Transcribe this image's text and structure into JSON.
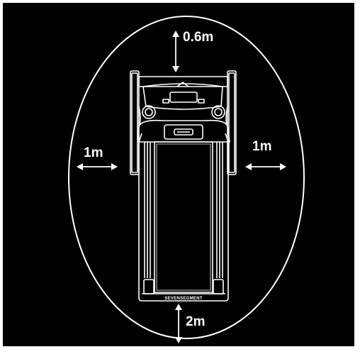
{
  "labels": {
    "top": "0.6m",
    "left": "1m",
    "right": "1m",
    "bottom": "2m"
  },
  "treadmill": {
    "brand_text": "SEVENSEGMENT"
  },
  "colors": {
    "background": "#000000",
    "line": "#ffffff",
    "page": "#ffffff"
  }
}
